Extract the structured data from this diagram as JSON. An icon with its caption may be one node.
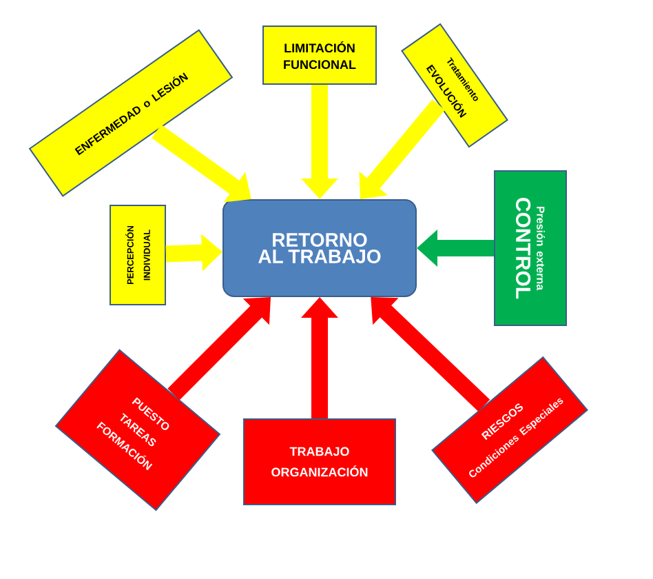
{
  "diagram": {
    "nodes": [
      {
        "text": [
          "RETORNO AL TRABAJO"
        ]
      },
      {
        "text": [
          "ENFERMEDAD o LESIÓN"
        ]
      },
      {
        "text": [
          "LIMITACIÓN FUNCIONAL"
        ]
      },
      {
        "text": [
          "Tratamiento",
          "EVOLUCIÓN"
        ]
      },
      {
        "text": [
          "PERCEPCIÓN INDIVIDUAL"
        ]
      },
      {
        "text": [
          "Presión externa",
          "CONTROL"
        ]
      },
      {
        "text": [
          "PUESTO",
          "TAREAS",
          "FORMACIÓN"
        ]
      },
      {
        "text": [
          "TRABAJO",
          "ORGANIZACIÓN"
        ]
      },
      {
        "text": [
          "RIESGOS",
          "Condiciones Especiales"
        ]
      }
    ],
    "edges": [
      {
        "from": 1,
        "to": 0,
        "arrow": "to",
        "color": "#ffff00"
      },
      {
        "from": 2,
        "to": 0,
        "arrow": "to",
        "color": "#ffff00"
      },
      {
        "from": 3,
        "to": 0,
        "arrow": "to",
        "color": "#ffff00"
      },
      {
        "from": 4,
        "to": 0,
        "arrow": "to",
        "color": "#ffff00"
      },
      {
        "from": 5,
        "to": 0,
        "arrow": "to",
        "color": "#00b050"
      },
      {
        "from": 6,
        "to": 0,
        "arrow": "to",
        "color": "#ff0000"
      },
      {
        "from": 7,
        "to": 0,
        "arrow": "to",
        "color": "#ff0000"
      },
      {
        "from": 8,
        "to": 0,
        "arrow": "to",
        "color": "#ff0000"
      }
    ]
  }
}
